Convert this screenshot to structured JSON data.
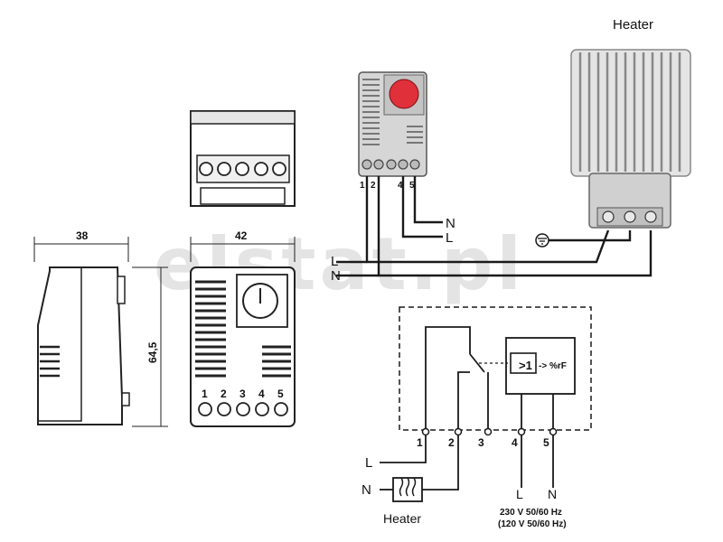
{
  "labels": {
    "heater_top": "Heater",
    "heater_bottom": "Heater",
    "dim_width_side": "38",
    "dim_width_front": "42",
    "dim_height": "64,5",
    "wiring_L": "L",
    "wiring_N": "N",
    "heater_N": "N",
    "heater_L": "L",
    "term_small": [
      "1",
      "2",
      "4",
      "5"
    ],
    "front_terms": [
      "1",
      "2",
      "3",
      "4",
      "5"
    ],
    "schem_terms": [
      "1",
      "2",
      "3",
      "4",
      "5"
    ],
    "schem_L": "L",
    "schem_N": "N",
    "supply_L": "L",
    "supply_N": "N",
    "relay_symbol": ">1",
    "relay_output": "-> %rF",
    "voltage1": "230 V 50/60 Hz",
    "voltage2": "(120 V 50/60 Hz)"
  },
  "watermark": "elstat.pl",
  "colors": {
    "line": "#1a1a1a",
    "device_gray": "#d6d6d6",
    "knob_red": "#e0303a"
  }
}
